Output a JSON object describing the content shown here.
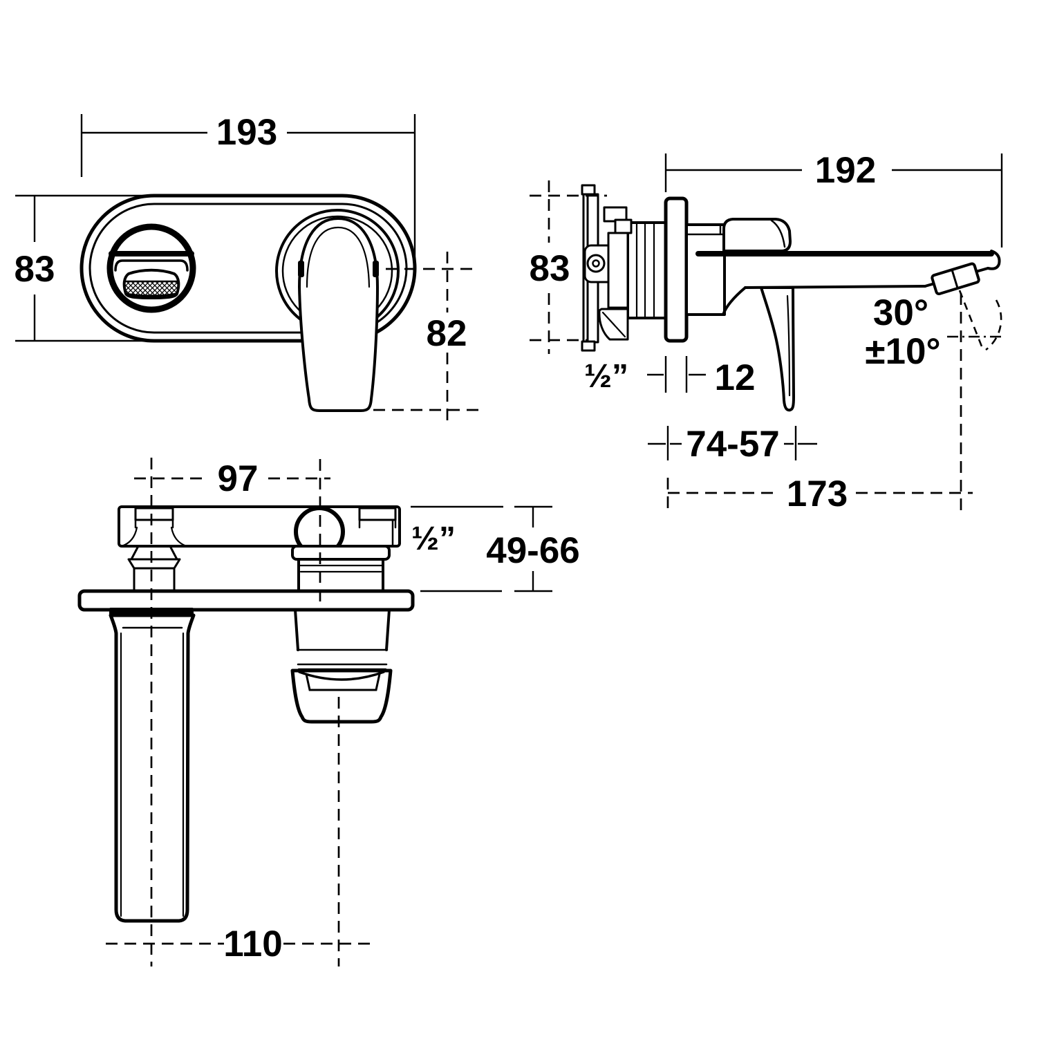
{
  "drawing": {
    "background_color": "#ffffff",
    "line_color": "#000000",
    "front_view": {
      "plate_width_mm": "193",
      "plate_height_mm": "83",
      "handle_drop_mm": "82"
    },
    "side_view": {
      "spout_projection_mm": "192",
      "plate_height_mm": "83",
      "inlet_connection": "½”",
      "plate_thickness_mm": "12",
      "spout_angle": "30°",
      "spout_angle_tolerance": "±10°",
      "concealed_depth_range_mm": "74-57",
      "spout_reach_mm": "173"
    },
    "top_view": {
      "inlet_spacing_mm": "97",
      "inlet_connection": "½”",
      "wall_depth_range_mm": "49-66",
      "spout_to_handle_spacing_mm": "110"
    }
  }
}
